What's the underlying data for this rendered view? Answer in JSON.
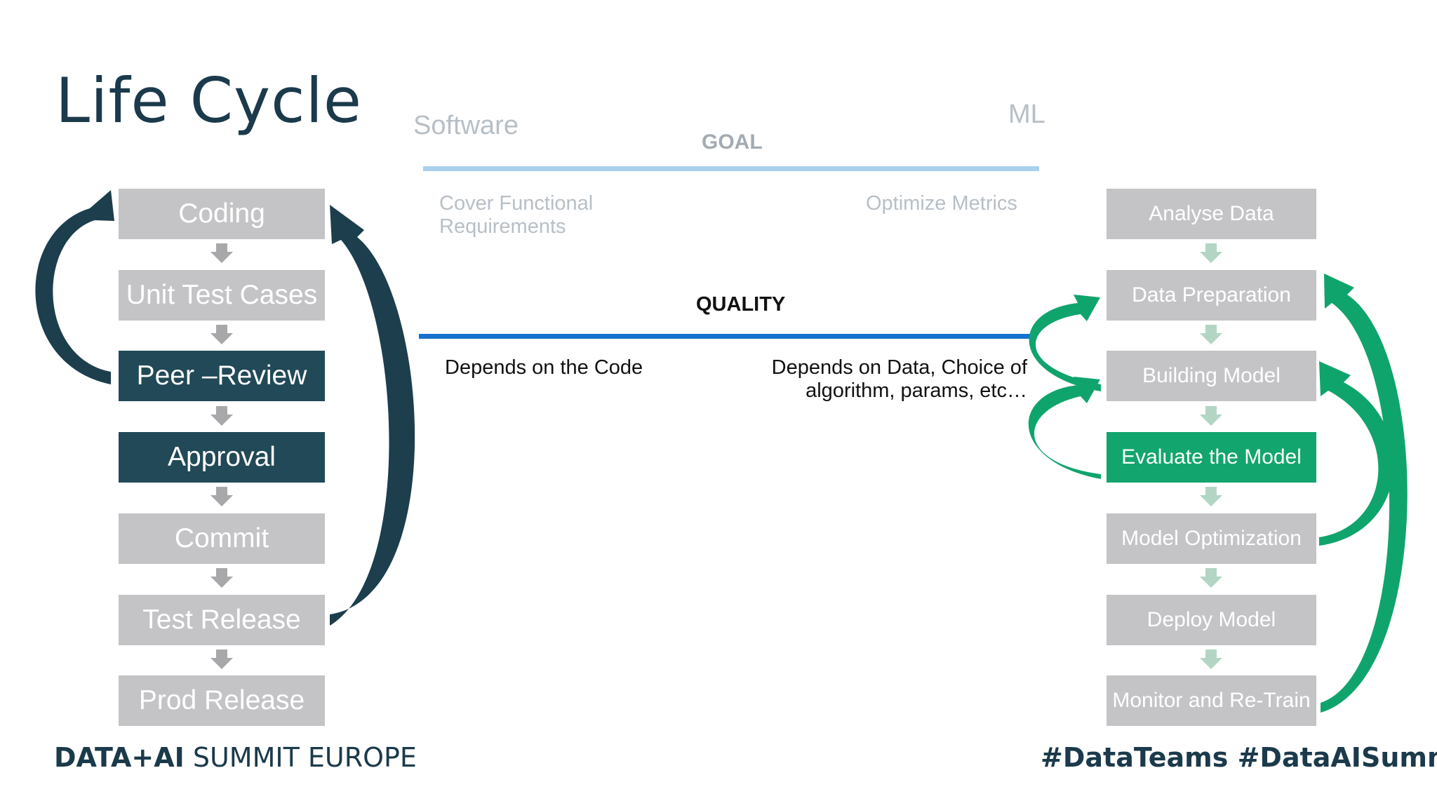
{
  "slide": {
    "title": "Life Cycle"
  },
  "software": {
    "header": "Software",
    "steps": [
      {
        "label": "Coding",
        "style": "grey"
      },
      {
        "label": "Unit Test Cases",
        "style": "grey"
      },
      {
        "label": "Peer –Review",
        "style": "dark"
      },
      {
        "label": "Approval",
        "style": "dark"
      },
      {
        "label": "Commit",
        "style": "grey"
      },
      {
        "label": "Test Release",
        "style": "grey"
      },
      {
        "label": "Prod Release",
        "style": "grey"
      }
    ]
  },
  "ml": {
    "header": "ML",
    "steps": [
      {
        "label": "Analyse Data",
        "style": "grey"
      },
      {
        "label": "Data Preparation",
        "style": "grey"
      },
      {
        "label": "Building Model",
        "style": "grey"
      },
      {
        "label": "Evaluate the Model",
        "style": "green"
      },
      {
        "label": "Model Optimization",
        "style": "grey"
      },
      {
        "label": "Deploy Model",
        "style": "grey"
      },
      {
        "label": "Monitor and Re-Train",
        "style": "grey"
      }
    ]
  },
  "comparison": {
    "goal": {
      "label": "GOAL",
      "software_text_line1": "Cover Functional",
      "software_text_line2": "Requirements",
      "ml_text": "Optimize Metrics"
    },
    "quality": {
      "label": "QUALITY",
      "software_text": "Depends on the Code",
      "ml_text_line1": "Depends on Data, Choice of",
      "ml_text_line2": "algorithm, params, etc…"
    }
  },
  "footer": {
    "brand_bold": "DATA+AI",
    "brand_rest": " SUMMIT EUROPE",
    "hashtags": "#DataTeams  #DataAISummit"
  },
  "colors": {
    "dark_teal": "#214957",
    "green": "#12a56d",
    "grey_box": "#c4c4c7",
    "goal_line": "#a9d0ee",
    "quality_line": "#1672cc",
    "title": "#1b3a4b"
  }
}
